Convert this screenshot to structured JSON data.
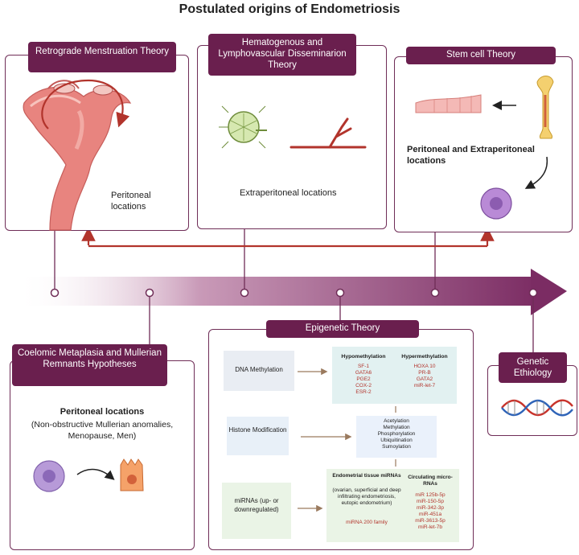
{
  "title": "Postulated origins of Endometriosis",
  "theories": {
    "retrograde": {
      "header": "Retrograde Menstruation Theory",
      "location": "Peritoneal locations"
    },
    "hematogenous": {
      "header": "Hematogenous and Lymphovascular Disseminarion Theory",
      "location": "Extraperitoneal locations"
    },
    "stem_cell": {
      "header": "Stem cell Theory",
      "location": "Peritoneal and Extraperitoneal locations"
    },
    "coelomic": {
      "header": "Coelomic Metaplasia and Mullerian Remnants Hypotheses",
      "location": "Peritoneal locations",
      "detail": "(Non-obstructive Mullerian anomalies, Menopause, Men)"
    },
    "genetic": {
      "header": "Genetic Ethiology"
    }
  },
  "epigenetic": {
    "header": "Epigenetic Theory",
    "dna_methylation": {
      "label": "DNA Methylation",
      "hypo_title": "Hypomethylation",
      "hypo_items": [
        "SF-1",
        "GATA6",
        "PGE2",
        "COX-2",
        "ESR-2"
      ],
      "hyper_title": "Hypermethylation",
      "hyper_items": [
        "HOXA 10",
        "PR-B",
        "GATA2",
        "miR-let-7"
      ]
    },
    "histone": {
      "label": "Histone Modification",
      "items": [
        "Acetylation",
        "Methylation",
        "Phosphorylation",
        "Ubiquitination",
        "Sumoylation"
      ]
    },
    "mirnas": {
      "label": "miRNAs (up- or downregulated)",
      "tissue_title": "Endometrial tissue miRNAs",
      "tissue_desc": "(ovarian, superficial and deep infiltrating endometriosis, eutopic endometrium)",
      "tissue_family": "miRNA 200 family",
      "circ_title": "Circulating micro-RNAs",
      "circ_items": [
        "miR 125b-5p",
        "miR-150-5p",
        "miR-342-3p",
        "miR-451a",
        "miR-3613-5p",
        "miR-let-7b"
      ]
    }
  },
  "colors": {
    "panel_border": "#6f2d57",
    "header_bg": "#6a1f4e",
    "arrow": "#b2342c",
    "timeline": "#7b2c63"
  }
}
